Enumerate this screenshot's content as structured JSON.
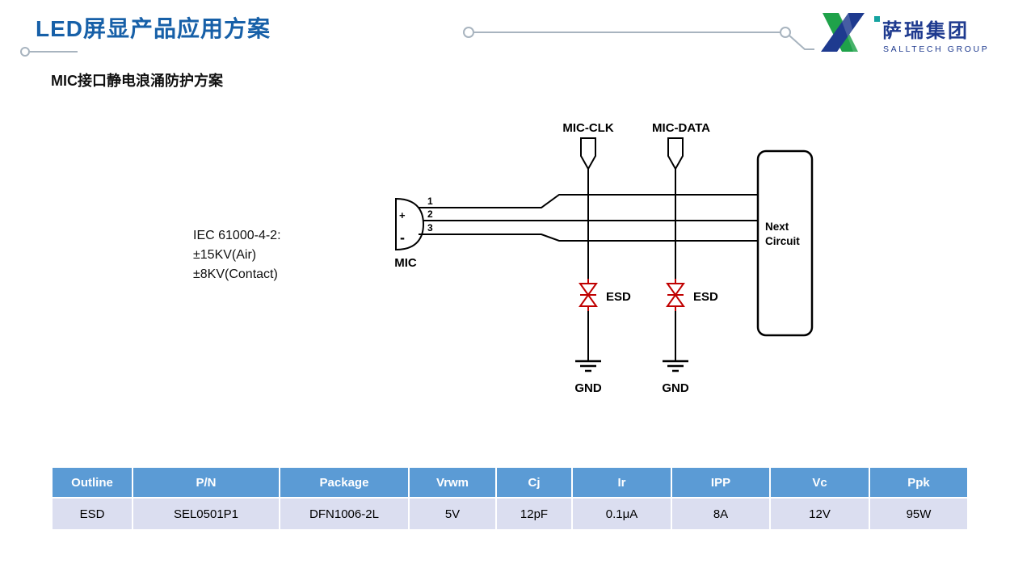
{
  "page": {
    "title": "LED屏显产品应用方案",
    "subtitle": "MIC接口静电浪涌防护方案"
  },
  "logo": {
    "name": "萨瑞集团",
    "subname": "SALLTECH GROUP"
  },
  "diagram": {
    "iec_lines": [
      "IEC 61000-4-2:",
      "±15KV(Air)",
      "±8KV(Contact)"
    ],
    "mic_label": "MIC",
    "mic_plus": "+",
    "mic_minus": "-",
    "pin_labels": [
      "1",
      "2",
      "3"
    ],
    "signals": [
      {
        "label": "MIC-CLK",
        "esd_label": "ESD",
        "gnd_label": "GND"
      },
      {
        "label": "MIC-DATA",
        "esd_label": "ESD",
        "gnd_label": "GND"
      }
    ],
    "next_circuit_line1": "Next",
    "next_circuit_line2": "Circuit"
  },
  "table": {
    "headers": [
      "Outline",
      "P/N",
      "Package",
      "Vrwm",
      "Cj",
      "Ir",
      "IPP",
      "Vc",
      "Ppk"
    ],
    "rows": [
      [
        "ESD",
        "SEL0501P1",
        "DFN1006-2L",
        "5V",
        "12pF",
        "0.1μA",
        "8A",
        "12V",
        "95W"
      ]
    ]
  },
  "colors": {
    "title_blue": "#1760A8",
    "table_header_bg": "#5B9BD5",
    "table_row_bg": "#DBDEF0",
    "esd_red": "#C00000",
    "logo_navy": "#1E3A8F",
    "logo_green": "#1FA24A",
    "logo_teal": "#15A3A0",
    "decoration_gray": "#A8B4BF"
  }
}
